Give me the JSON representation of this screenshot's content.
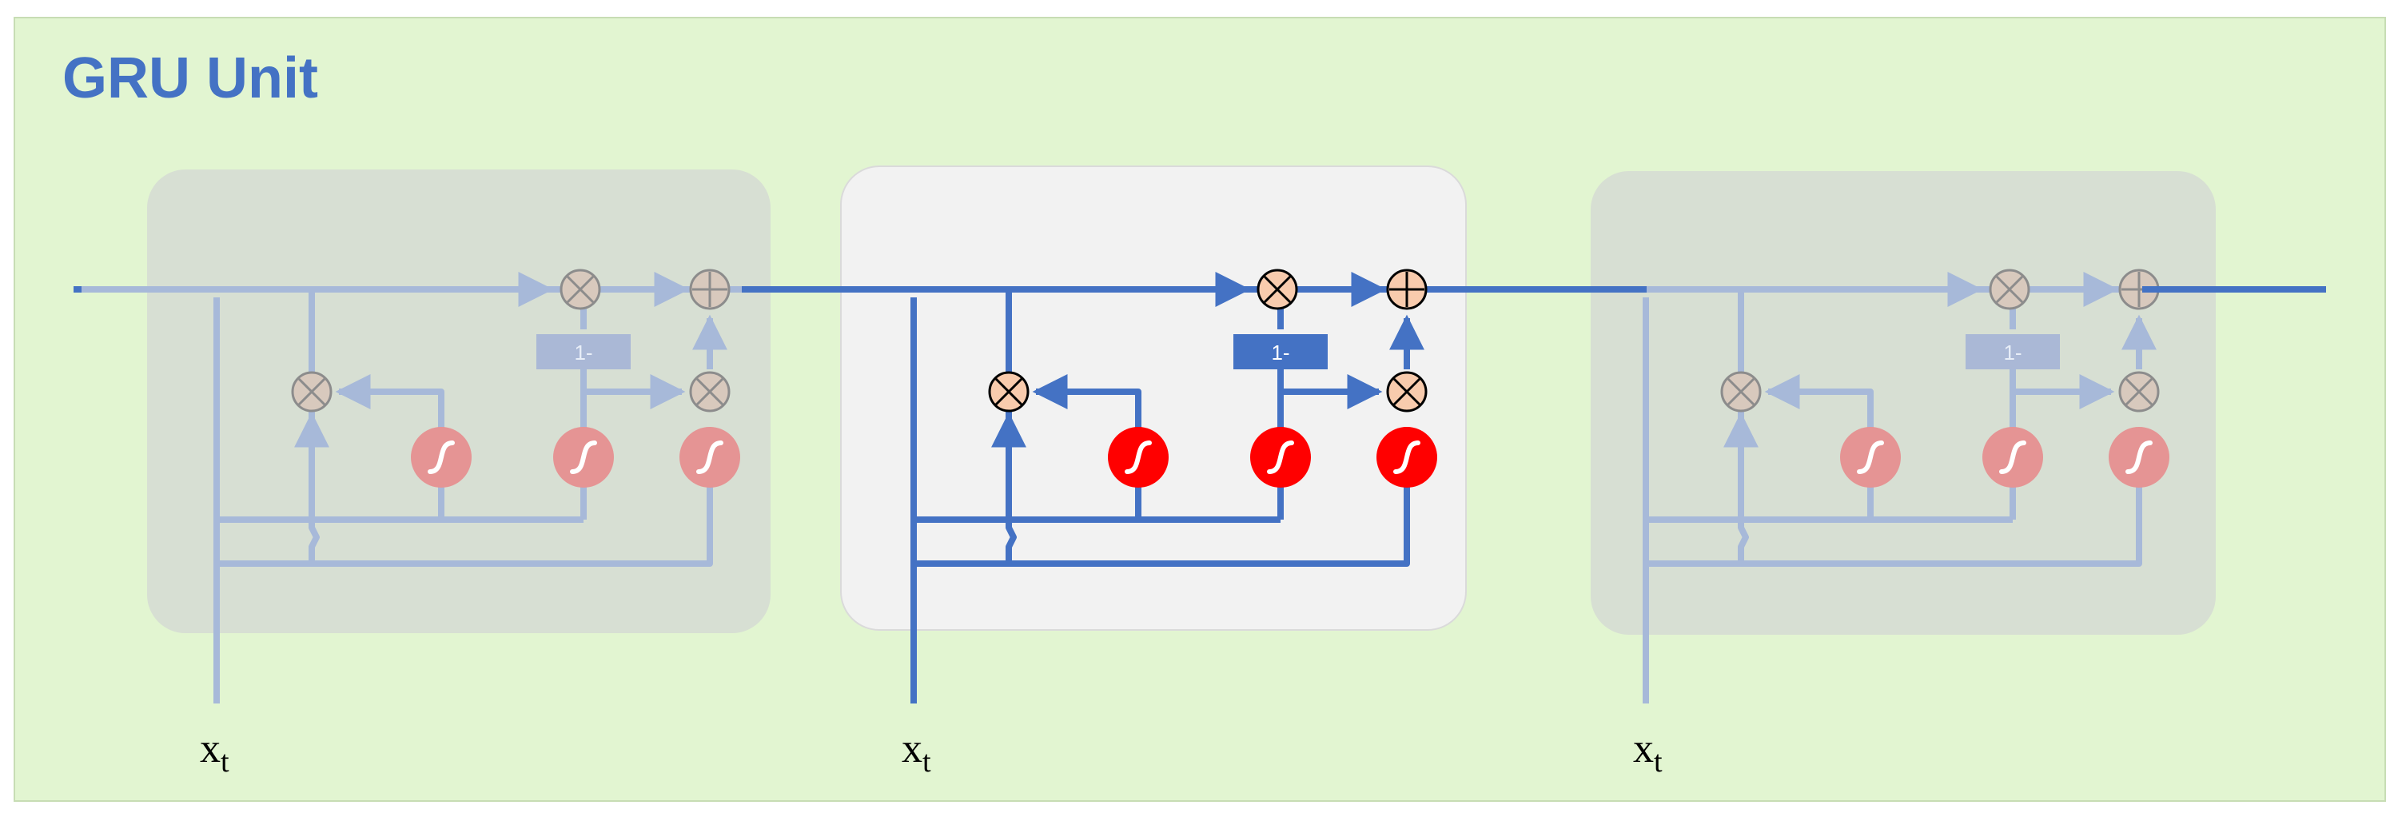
{
  "diagram": {
    "title": "GRU Unit",
    "input_label": "x",
    "input_subscript": "t",
    "one_minus_label": "1-",
    "cells": [
      {
        "id": "previous",
        "state": "faded"
      },
      {
        "id": "current",
        "state": "active"
      },
      {
        "id": "next",
        "state": "faded"
      }
    ]
  },
  "colors": {
    "background_panel": "#e2f5d1",
    "panel_border": "#c7ddb4",
    "cell_faded_fill": "#d7dfd3",
    "cell_active_fill": "#f2f2f2",
    "line_active": "#4472c4",
    "line_faded": "#a7b9d9",
    "multiply_fill": "#f8cbad",
    "sigma_active": "#ff0000",
    "sigma_faded": "#e59494",
    "one_minus_active": "#4472c4",
    "one_minus_faded": "#aab8d6",
    "title": "#4472c4"
  },
  "icons": [
    "multiply-icon",
    "add-icon",
    "sigmoid-icon",
    "arrow-icon"
  ]
}
